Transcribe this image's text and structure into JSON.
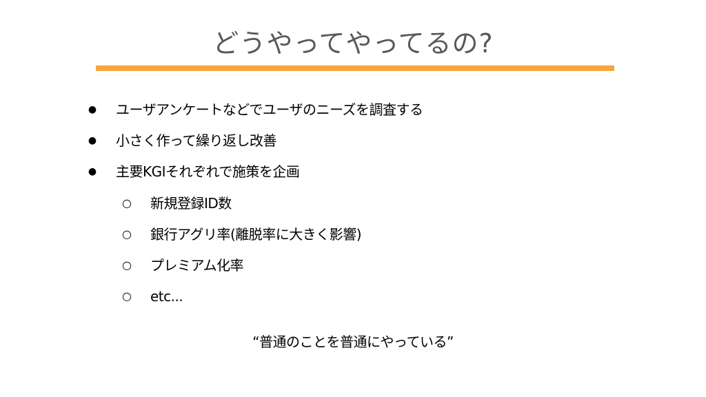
{
  "slide": {
    "title": "どうやってやってるの?",
    "bullets": [
      {
        "marker": "●",
        "text": "ユーザアンケートなどでユーザのニーズを調査する"
      },
      {
        "marker": "●",
        "text": "小さく作って繰り返し改善"
      },
      {
        "marker": "●",
        "text": "主要KGIそれぞれで施策を企画"
      }
    ],
    "sub_bullets": [
      {
        "marker": "○",
        "text": "新規登録ID数"
      },
      {
        "marker": "○",
        "text": "銀行アグリ率(離脱率に大きく影響)"
      },
      {
        "marker": "○",
        "text": "プレミアム化率"
      },
      {
        "marker": "○",
        "text": "etc..."
      }
    ],
    "quote": "“普通のことを普通にやっている”",
    "accent_color": "#f6a53b",
    "title_color": "#595959"
  }
}
